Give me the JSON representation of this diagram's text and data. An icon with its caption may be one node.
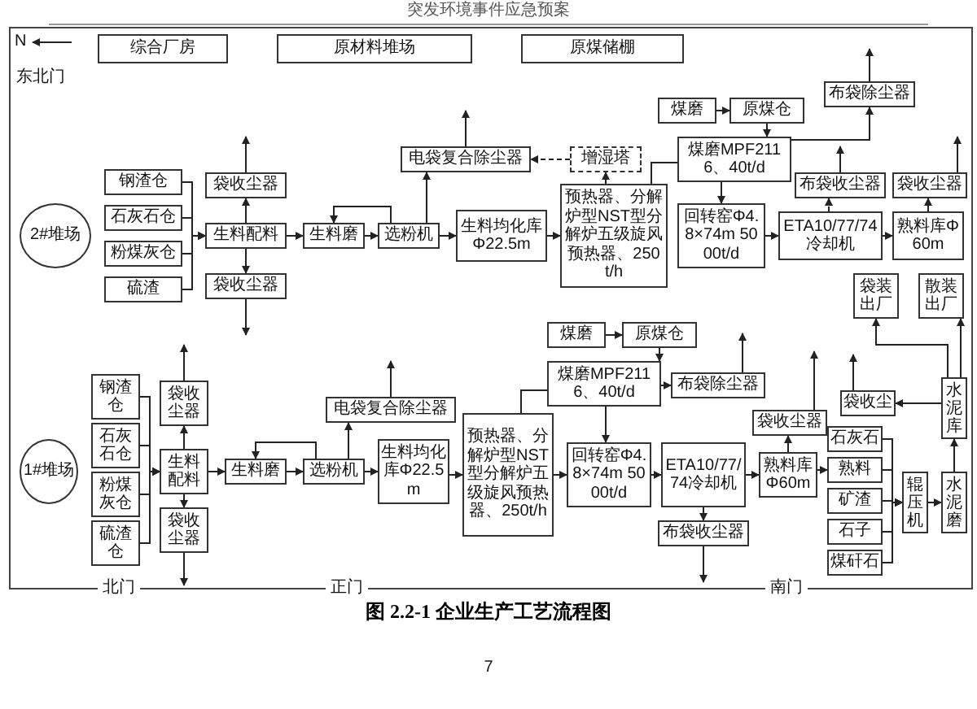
{
  "diagram": {
    "caption": "图 2.2-1 企业生产工艺流程图",
    "nodes": [
      {
        "text": [
          "综合厂房"
        ]
      },
      {
        "text": [
          "原材料堆场"
        ]
      },
      {
        "text": [
          "原煤储棚"
        ]
      },
      {
        "text": [
          "2#堆场"
        ]
      },
      {
        "text": [
          "钢渣仓"
        ]
      },
      {
        "text": [
          "石灰石仓"
        ]
      },
      {
        "text": [
          "粉煤灰仓"
        ]
      },
      {
        "text": [
          "硫渣"
        ]
      },
      {
        "text": [
          "袋收尘器"
        ]
      },
      {
        "text": [
          "生料配料"
        ]
      },
      {
        "text": [
          "袋收尘器"
        ]
      },
      {
        "text": [
          "生料磨"
        ]
      },
      {
        "text": [
          "选粉机"
        ]
      },
      {
        "text": [
          "电袋复合除尘器"
        ]
      },
      {
        "text": [
          "生料均化库Φ22.5m"
        ]
      },
      {
        "text": [
          "预热器、分解炉型NST型分解炉五级旋风预热器、250t/h"
        ]
      },
      {
        "text": [
          "增湿塔"
        ]
      },
      {
        "text": [
          "煤磨"
        ]
      },
      {
        "text": [
          "原煤仓"
        ]
      },
      {
        "text": [
          "煤磨MPF2116、40t/d"
        ]
      },
      {
        "text": [
          "回转窑Φ4.8×74m 5000t/d"
        ]
      },
      {
        "text": [
          "布袋除尘器"
        ]
      },
      {
        "text": [
          "ETA10/77/74冷却机"
        ]
      },
      {
        "text": [
          "熟料库Φ60m"
        ]
      },
      {
        "text": [
          "袋收尘器"
        ]
      },
      {
        "text": [
          "布袋收尘器"
        ]
      },
      {
        "text": [
          "1#堆场"
        ]
      },
      {
        "text": [
          "钢渣仓"
        ]
      },
      {
        "text": [
          "石灰石仓"
        ]
      },
      {
        "text": [
          "粉煤灰仓"
        ]
      },
      {
        "text": [
          "硫渣仓"
        ]
      },
      {
        "text": [
          "袋收尘器"
        ]
      },
      {
        "text": [
          "生料配料"
        ]
      },
      {
        "text": [
          "袋收尘器"
        ]
      },
      {
        "text": [
          "生料磨"
        ]
      },
      {
        "text": [
          "选粉机"
        ]
      },
      {
        "text": [
          "电袋复合除尘器"
        ]
      },
      {
        "text": [
          "生料均化库Φ22.5m"
        ]
      },
      {
        "text": [
          "预热器、分解炉型NST型分解炉五级旋风预热器、250t/h"
        ]
      },
      {
        "text": [
          "煤磨"
        ]
      },
      {
        "text": [
          "原煤仓"
        ]
      },
      {
        "text": [
          "煤磨MPF2116、40t/d"
        ]
      },
      {
        "text": [
          "布袋除尘器"
        ]
      },
      {
        "text": [
          "回转窑Φ4.8×74m 5000t/d"
        ]
      },
      {
        "text": [
          "ETA10/77/74冷却机"
        ]
      },
      {
        "text": [
          "布袋收尘器"
        ]
      },
      {
        "text": [
          "熟料库Φ60m"
        ]
      },
      {
        "text": [
          "袋收尘器"
        ]
      },
      {
        "text": [
          "石灰石"
        ]
      },
      {
        "text": [
          "熟料"
        ]
      },
      {
        "text": [
          "矿渣"
        ]
      },
      {
        "text": [
          "石子"
        ]
      },
      {
        "text": [
          "煤矸石"
        ]
      },
      {
        "text": [
          "辊压机"
        ]
      },
      {
        "text": [
          "水泥磨"
        ]
      },
      {
        "text": [
          "袋收尘"
        ]
      },
      {
        "text": [
          "水泥库"
        ]
      },
      {
        "text": [
          "袋装出厂"
        ]
      },
      {
        "text": [
          "散装出厂"
        ]
      }
    ],
    "edges": [
      {
        "from": 4,
        "to": 9,
        "arrow": "to"
      },
      {
        "from": 5,
        "to": 9,
        "arrow": "to"
      },
      {
        "from": 6,
        "to": 9,
        "arrow": "to"
      },
      {
        "from": 7,
        "to": 9,
        "arrow": "to"
      },
      {
        "from": 9,
        "to": 8,
        "arrow": "to"
      },
      {
        "from": 8,
        "to": null,
        "arrow": "to"
      },
      {
        "from": 9,
        "to": 10,
        "arrow": "to"
      },
      {
        "from": 10,
        "to": null,
        "arrow": "to"
      },
      {
        "from": 9,
        "to": 11,
        "arrow": "to"
      },
      {
        "from": 11,
        "to": 12,
        "arrow": "to"
      },
      {
        "from": 12,
        "to": 11,
        "arrow": "to"
      },
      {
        "from": 12,
        "to": 13,
        "arrow": "to"
      },
      {
        "from": 13,
        "to": null,
        "arrow": "to"
      },
      {
        "from": 12,
        "to": 14,
        "arrow": "to"
      },
      {
        "from": 14,
        "to": 15,
        "arrow": "to"
      },
      {
        "from": 15,
        "to": 16,
        "arrow": "to"
      },
      {
        "from": 16,
        "to": 13,
        "arrow": "to",
        "style": "dashed"
      },
      {
        "from": 17,
        "to": 18,
        "arrow": "to"
      },
      {
        "from": 18,
        "to": 19,
        "arrow": "to"
      },
      {
        "from": 19,
        "to": 21,
        "arrow": "to"
      },
      {
        "from": 21,
        "to": null,
        "arrow": "to"
      },
      {
        "from": 19,
        "to": 15,
        "arrow": "none"
      },
      {
        "from": 19,
        "to": 20,
        "arrow": "to"
      },
      {
        "from": 20,
        "to": 22,
        "arrow": "to"
      },
      {
        "from": 22,
        "to": 23,
        "arrow": "to"
      },
      {
        "from": 23,
        "to": 24,
        "arrow": "to"
      },
      {
        "from": 24,
        "to": null,
        "arrow": "to"
      },
      {
        "from": 22,
        "to": 25,
        "arrow": "to",
        "style": "dashed"
      },
      {
        "from": 25,
        "to": null,
        "arrow": "to"
      },
      {
        "from": 27,
        "to": 32,
        "arrow": "to"
      },
      {
        "from": 28,
        "to": 32,
        "arrow": "to"
      },
      {
        "from": 29,
        "to": 32,
        "arrow": "to"
      },
      {
        "from": 30,
        "to": 32,
        "arrow": "to"
      },
      {
        "from": 32,
        "to": 31,
        "arrow": "to"
      },
      {
        "from": 31,
        "to": null,
        "arrow": "to"
      },
      {
        "from": 32,
        "to": 33,
        "arrow": "to"
      },
      {
        "from": 33,
        "to": null,
        "arrow": "to"
      },
      {
        "from": 32,
        "to": 34,
        "arrow": "to"
      },
      {
        "from": 34,
        "to": 35,
        "arrow": "to"
      },
      {
        "from": 35,
        "to": 34,
        "arrow": "to"
      },
      {
        "from": 35,
        "to": 36,
        "arrow": "to"
      },
      {
        "from": 36,
        "to": null,
        "arrow": "to"
      },
      {
        "from": 35,
        "to": 37,
        "arrow": "to"
      },
      {
        "from": 37,
        "to": 38,
        "arrow": "to"
      },
      {
        "from": 39,
        "to": 40,
        "arrow": "to"
      },
      {
        "from": 40,
        "to": 41,
        "arrow": "to"
      },
      {
        "from": 41,
        "to": 42,
        "arrow": "to"
      },
      {
        "from": 42,
        "to": null,
        "arrow": "to"
      },
      {
        "from": 41,
        "to": 38,
        "arrow": "none"
      },
      {
        "from": 41,
        "to": 43,
        "arrow": "to"
      },
      {
        "from": 38,
        "to": 43,
        "arrow": "to"
      },
      {
        "from": 43,
        "to": 44,
        "arrow": "to"
      },
      {
        "from": 44,
        "to": 45,
        "arrow": "to"
      },
      {
        "from": 45,
        "to": null,
        "arrow": "to"
      },
      {
        "from": 44,
        "to": 46,
        "arrow": "to"
      },
      {
        "from": 46,
        "to": 47,
        "arrow": "to"
      },
      {
        "from": 47,
        "to": null,
        "arrow": "to"
      },
      {
        "from": 46,
        "to": 49,
        "arrow": "to"
      },
      {
        "from": 48,
        "to": 53,
        "arrow": "to"
      },
      {
        "from": 49,
        "to": 53,
        "arrow": "to"
      },
      {
        "from": 50,
        "to": 53,
        "arrow": "to"
      },
      {
        "from": 51,
        "to": 53,
        "arrow": "to"
      },
      {
        "from": 52,
        "to": 53,
        "arrow": "to"
      },
      {
        "from": 53,
        "to": 54,
        "arrow": "to"
      },
      {
        "from": 54,
        "to": 56,
        "arrow": "to"
      },
      {
        "from": 56,
        "to": 55,
        "arrow": "to"
      },
      {
        "from": 55,
        "to": null,
        "arrow": "to"
      },
      {
        "from": 56,
        "to": 57,
        "arrow": "to"
      },
      {
        "from": 56,
        "to": 58,
        "arrow": "to"
      }
    ],
    "labels": [
      "突发环境事件应急预案",
      "N",
      "东北门",
      "北门",
      "正门",
      "南门",
      "7"
    ]
  }
}
